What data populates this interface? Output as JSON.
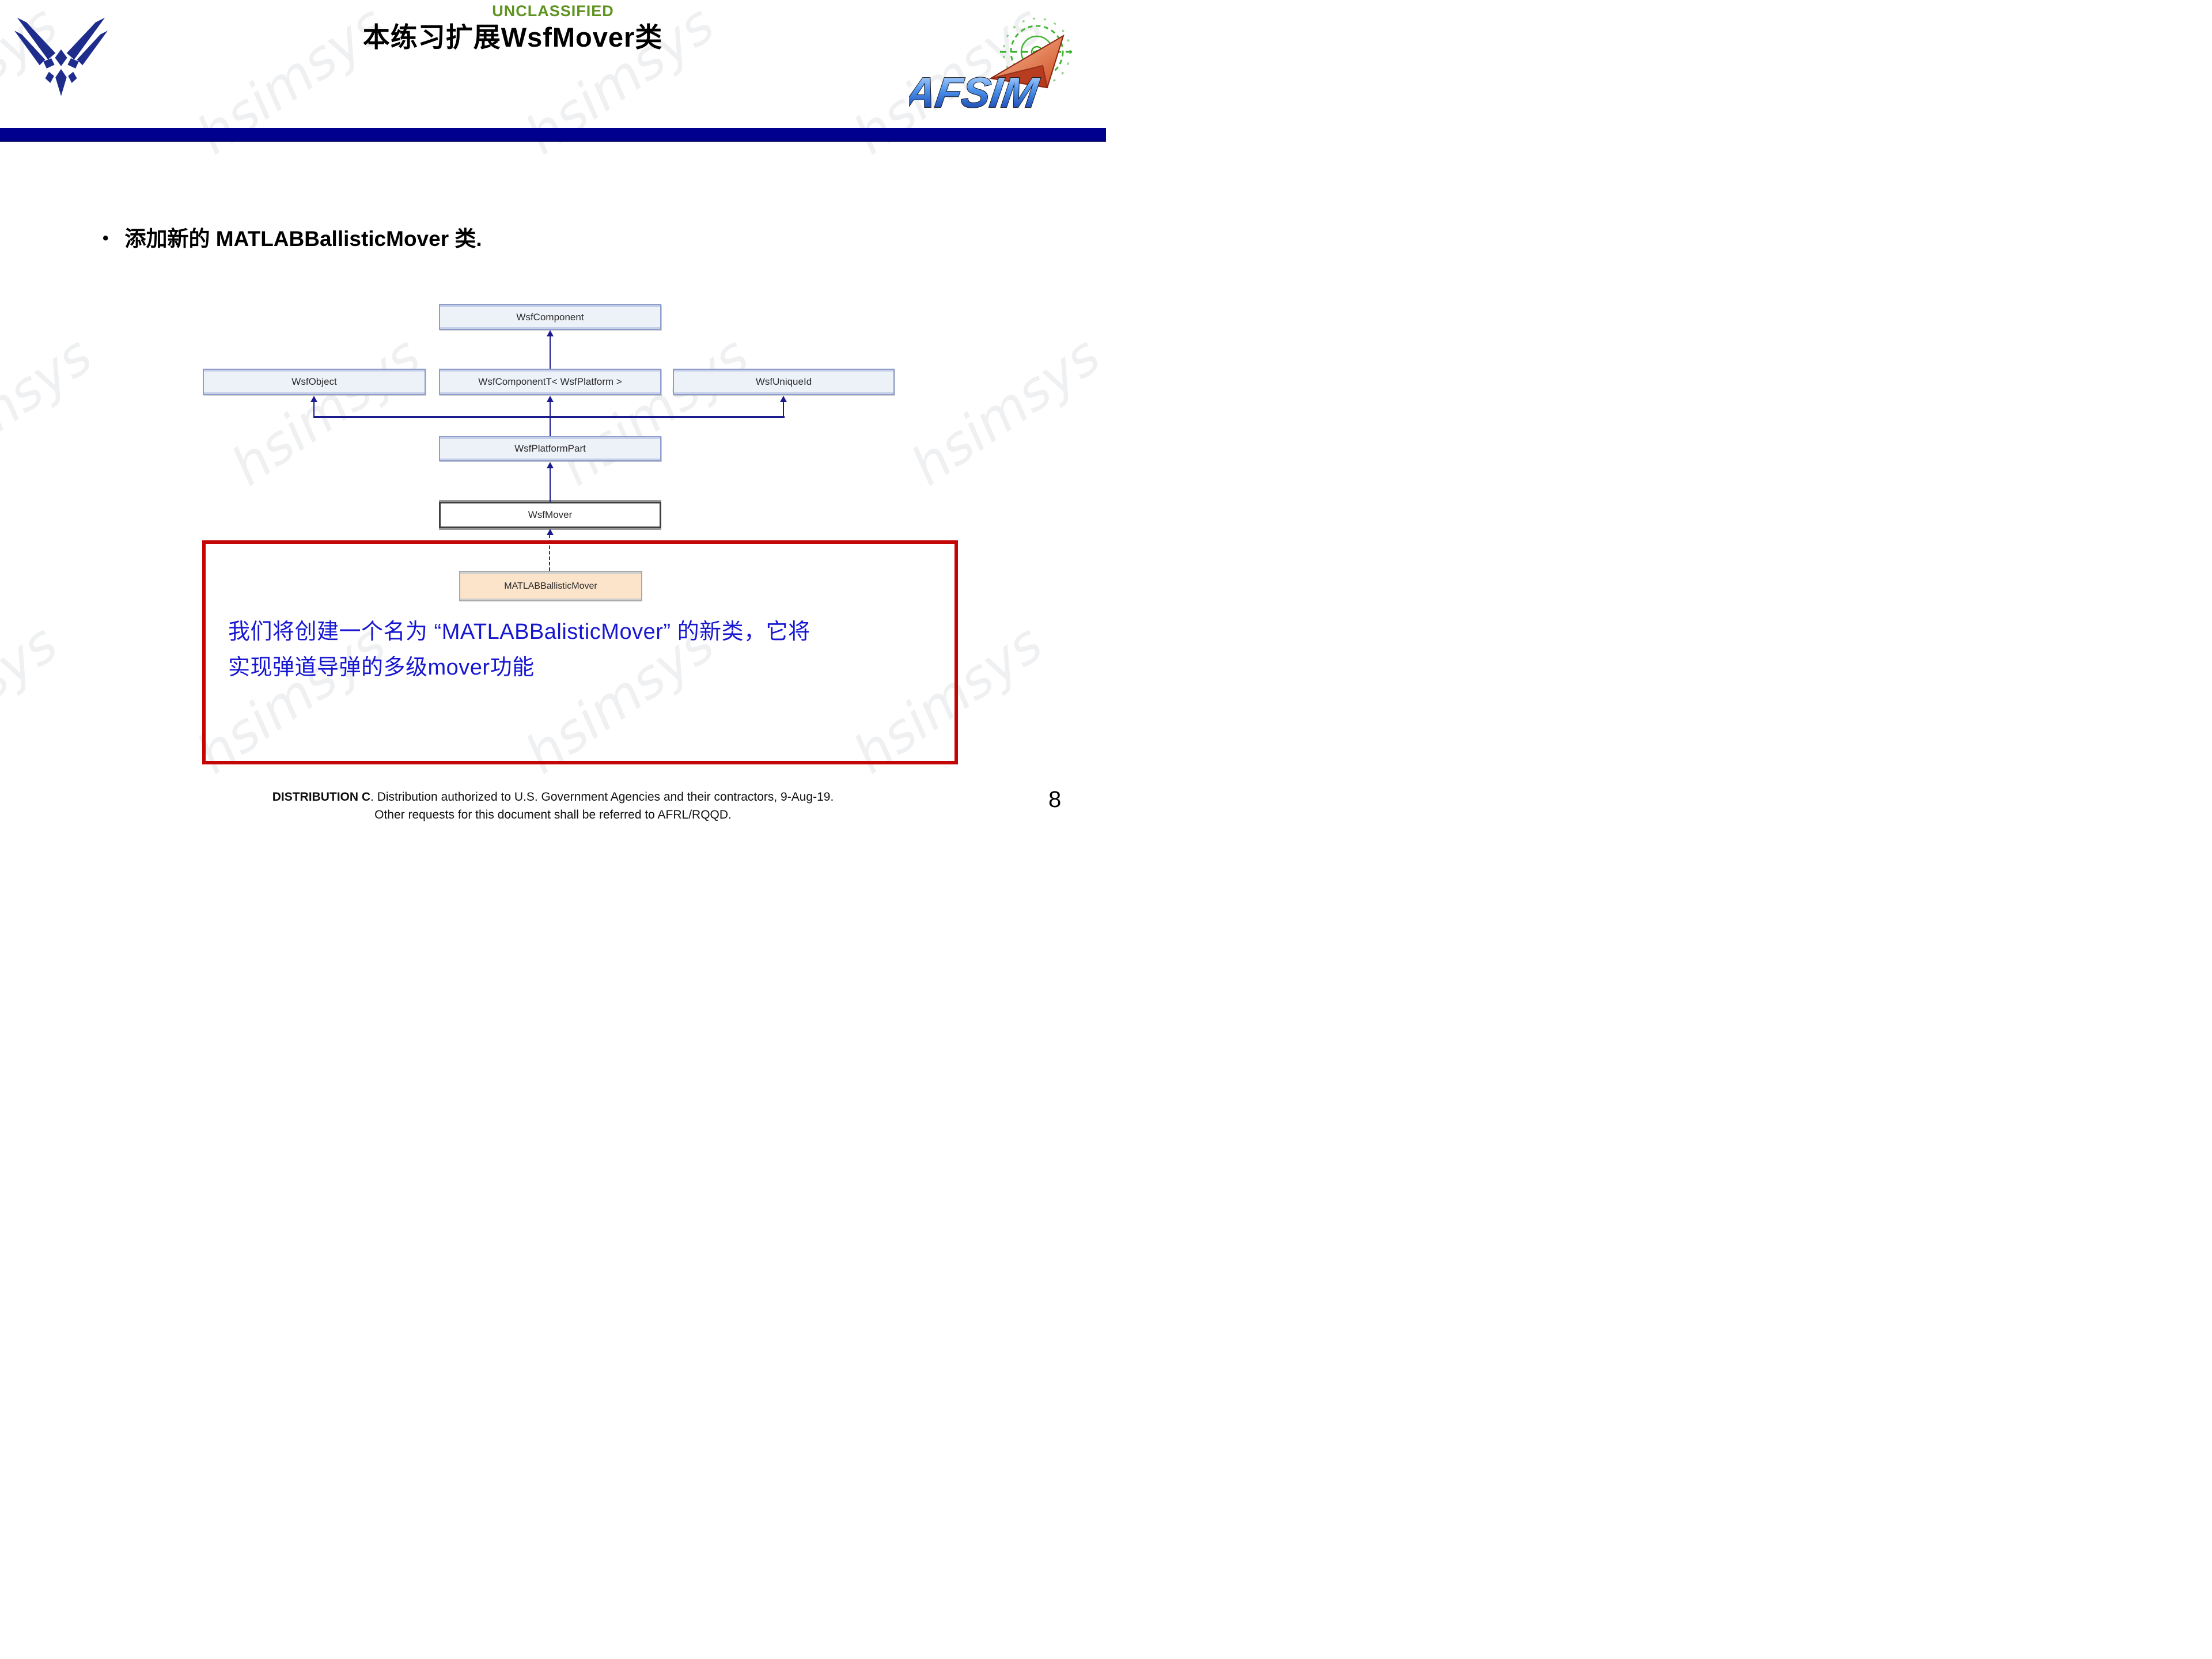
{
  "header": {
    "classification": "UNCLASSIFIED",
    "title": "本练习扩展WsfMover类",
    "afsim_logo_text": "AFSIM"
  },
  "bullet": {
    "marker": "•",
    "text_pre": "添加新的 ",
    "text_code": "MATLABBallisticMover",
    "text_post": " 类."
  },
  "diagram": {
    "nodes": {
      "wsf_component": "WsfComponent",
      "wsf_object": "WsfObject",
      "wsf_component_t": "WsfComponentT< WsfPlatform >",
      "wsf_unique_id": "WsfUniqueId",
      "wsf_platform_part": "WsfPlatformPart",
      "wsf_mover": "WsfMover",
      "matlab_ballistic_mover": "MATLABBallisticMover"
    }
  },
  "note": {
    "line1": "我们将创建一个名为 “MATLABBalisticMover” 的新类，它将",
    "line2": "实现弹道导弹的多级mover功能"
  },
  "footer": {
    "line1_bold": "DISTRIBUTION C",
    "line1_rest": ". Distribution authorized to U.S. Government Agencies and their contractors, 9-Aug-19.",
    "line2": "Other requests for this document shall be referred to AFRL/RQQD.",
    "page_number": "8"
  },
  "watermark": {
    "text": "hsimsys"
  },
  "colors": {
    "classification_green": "#5e9321",
    "divider_navy": "#00008f",
    "diagram_line_navy": "#1b1b8e",
    "node_fill": "#edf1f8",
    "node_border": "#8e9dc9",
    "mover_border": "#3f3f3f",
    "highlight_node_fill": "#fbe4ca",
    "annotation_red": "#c40505",
    "note_blue": "#1717d0",
    "usaf_logo_blue": "#1e2d8c",
    "afsim_green": "#2fae1f",
    "afsim_orange": "#d9572b"
  }
}
